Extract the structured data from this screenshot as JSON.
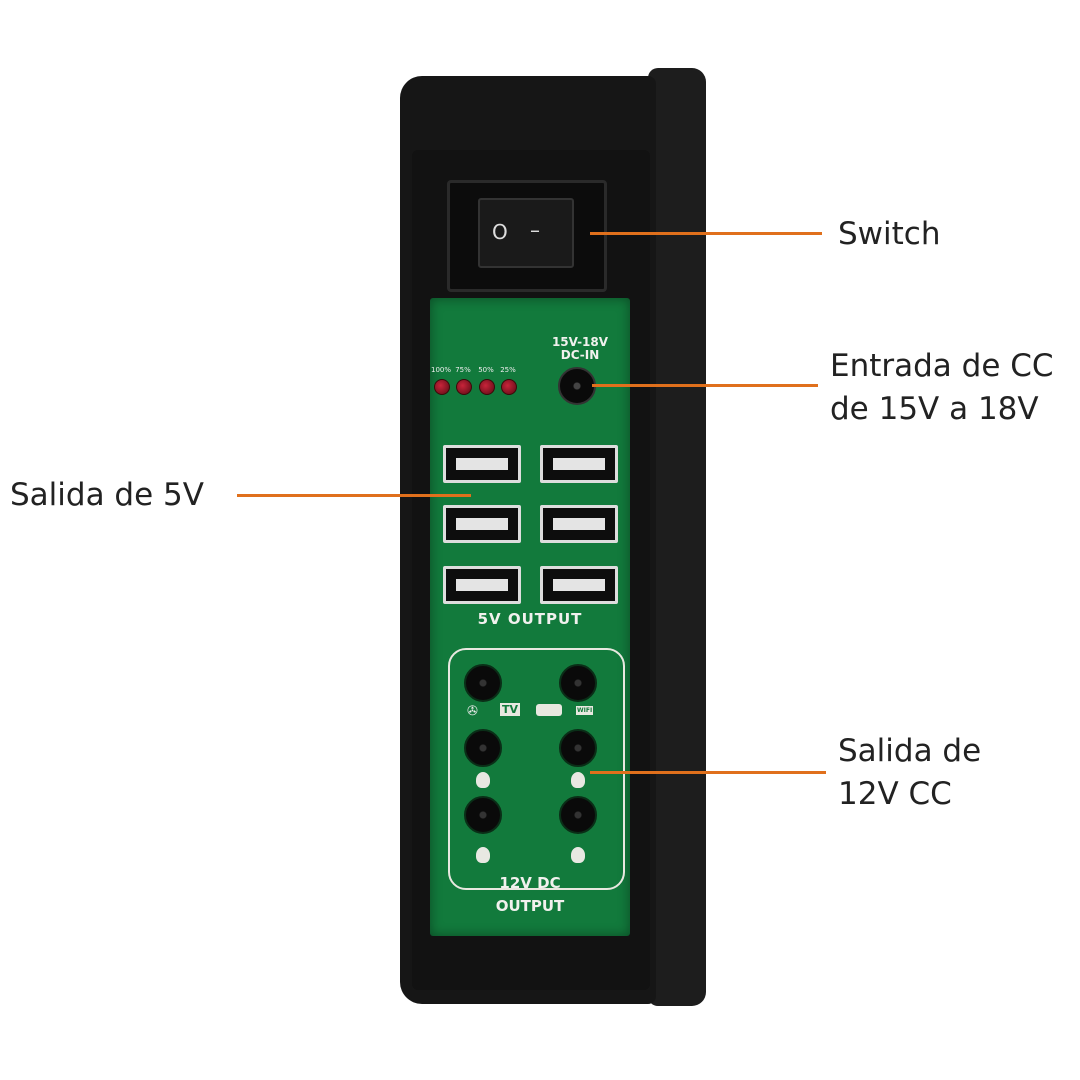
{
  "callouts": {
    "switch": "Switch",
    "dc_in_line1": "Entrada de CC",
    "dc_in_line2": "de 15V a 18V",
    "usb_out": "Salida de 5V",
    "dc_out_line1": "Salida de",
    "dc_out_line2": "12V CC"
  },
  "device": {
    "switch_on": "–",
    "switch_off": "O",
    "dc_in_line1": "15V-18V",
    "dc_in_line2": "DC-IN",
    "battery_levels": [
      "100%",
      "75%",
      "50%",
      "25%"
    ],
    "usb_label": "5V OUTPUT",
    "dc_out_line1": "12V DC",
    "dc_out_line2": "OUTPUT",
    "tv_icon_text": "TV",
    "wifi_icon_text": "WIFI"
  },
  "colors": {
    "callout_line": "#e0701c",
    "pcb": "#127a3c",
    "body": "#161616"
  }
}
